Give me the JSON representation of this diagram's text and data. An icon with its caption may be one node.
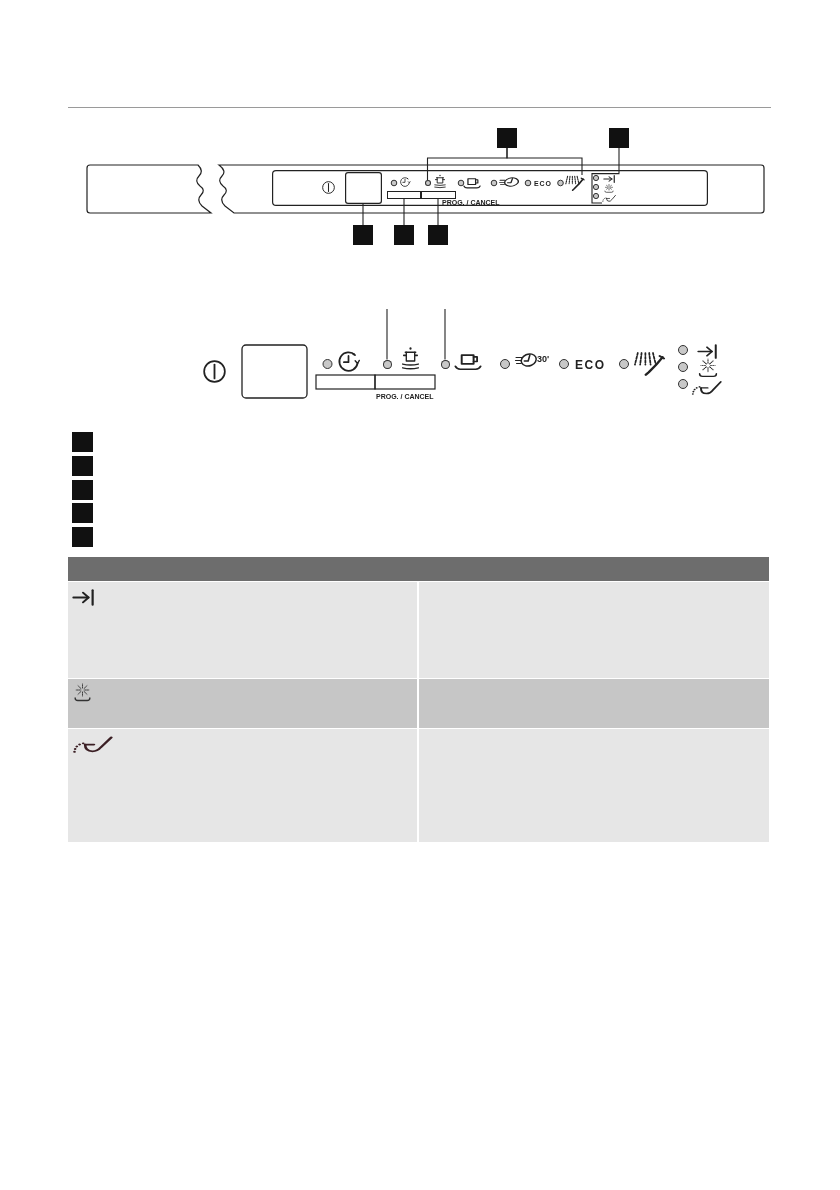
{
  "diagram": {
    "nodes": [
      {
        "text": [],
        "shape": "box"
      },
      {
        "text": [],
        "shape": "box"
      },
      {
        "text": [
          "ECO",
          "PROG. / CANCEL"
        ]
      },
      {
        "text": [],
        "shape": "box",
        "in": 2
      },
      {
        "text": [],
        "shape": "circle",
        "in": 2
      },
      {
        "text": [],
        "shape": "picture",
        "in": 2
      },
      {
        "text": [],
        "shape": "bracket",
        "in": 2
      },
      {
        "text": [],
        "shape": "box",
        "in": 2
      },
      {
        "text": [],
        "shape": "box",
        "in": 2
      },
      {
        "text": [],
        "shape": "box"
      },
      {
        "text": [],
        "shape": "box"
      },
      {
        "text": [],
        "shape": "box"
      },
      {
        "text": [],
        "shape": "circle"
      },
      {
        "text": [],
        "shape": "circle"
      },
      {
        "text": [],
        "shape": "box"
      },
      {
        "text": [],
        "shape": "box"
      },
      {
        "text": [],
        "shape": "box"
      },
      {
        "text": [],
        "shape": "box"
      },
      {
        "text": [],
        "shape": "box"
      }
    ],
    "edges": [
      {
        "from": 0,
        "to": 4,
        "arrow": "none"
      },
      {
        "from": 0,
        "to": 5,
        "arrow": "none"
      },
      {
        "from": 1,
        "to": 6,
        "arrow": "none"
      },
      {
        "from": 9,
        "to": 3,
        "arrow": "none"
      },
      {
        "from": 10,
        "to": 7,
        "arrow": "none"
      },
      {
        "from": 11,
        "to": 8,
        "arrow": "none"
      },
      {
        "from": null,
        "to": 12,
        "arrow": "none"
      },
      {
        "from": null,
        "to": 13,
        "arrow": "none"
      }
    ],
    "labels": [
      "30'",
      "ECO",
      "PROG. / CANCEL"
    ]
  }
}
